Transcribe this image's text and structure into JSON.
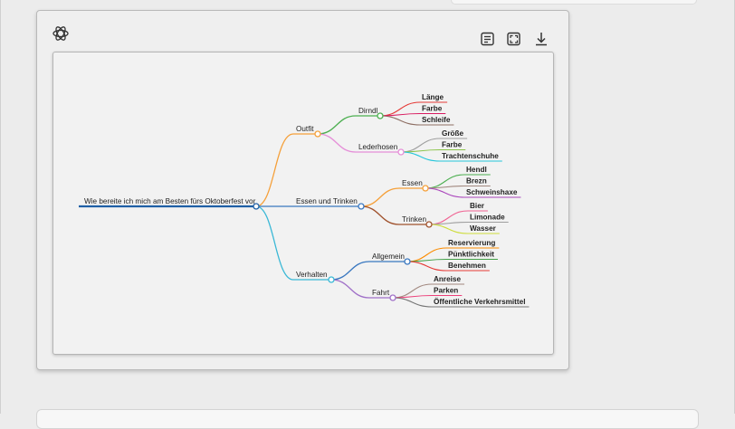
{
  "colors": {
    "root": "#1f5fa6",
    "outfit": "#f5a03a",
    "essen_trinken": "#3a78c0",
    "verhalten": "#3ab8d6",
    "dirndl": "#4caf50",
    "lederhosen": "#e58fd8",
    "essen": "#f5a03a",
    "trinken": "#a0522d",
    "allgemein": "#3a78c0",
    "fahrt": "#a070c8"
  },
  "toolbar": {
    "logo_icon": "mindmap-logo-icon",
    "list_icon": "list-view-icon",
    "fullscreen_icon": "fullscreen-icon",
    "download_icon": "download-icon"
  },
  "mindmap": {
    "root": "Wie bereite ich mich am Besten fürs Oktoberfest vor",
    "outfit": {
      "label": "Outfit",
      "dirndl": {
        "label": "Dirndl",
        "leaves": [
          "Länge",
          "Farbe",
          "Schleife"
        ]
      },
      "lederhosen": {
        "label": "Lederhosen",
        "leaves": [
          "Größe",
          "Farbe",
          "Trachtenschuhe"
        ]
      }
    },
    "essen_trinken": {
      "label": "Essen und Trinken",
      "essen": {
        "label": "Essen",
        "leaves": [
          "Hendl",
          "Brezn",
          "Schweinshaxe"
        ]
      },
      "trinken": {
        "label": "Trinken",
        "leaves": [
          "Bier",
          "Limonade",
          "Wasser"
        ]
      }
    },
    "verhalten": {
      "label": "Verhalten",
      "allgemein": {
        "label": "Allgemein",
        "leaves": [
          "Reservierung",
          "Pünktlichkeit",
          "Benehmen"
        ]
      },
      "fahrt": {
        "label": "Fahrt",
        "leaves": [
          "Anreise",
          "Parken",
          "Öffentliche Verkehrsmittel"
        ]
      }
    }
  }
}
